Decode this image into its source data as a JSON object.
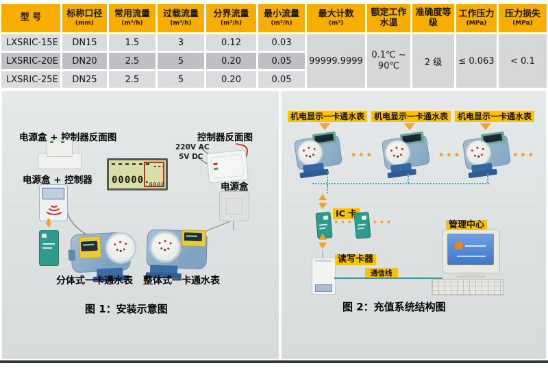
{
  "table": {
    "columns": [
      {
        "label": "型  号",
        "unit": ""
      },
      {
        "label": "标称口径",
        "unit": "(mm)"
      },
      {
        "label": "常用流量",
        "unit": "(m³/h)"
      },
      {
        "label": "过载流量",
        "unit": "(m³/h)"
      },
      {
        "label": "分界流量",
        "unit": "(m³/h)"
      },
      {
        "label": "最小流量",
        "unit": "(m³/h)"
      },
      {
        "label": "最大计数",
        "unit": "(m³)"
      },
      {
        "label": "额定工作水温",
        "unit": ""
      },
      {
        "label": "准确度等级",
        "unit": ""
      },
      {
        "label": "工作压力",
        "unit": "(MPa)"
      },
      {
        "label": "压力损失",
        "unit": "(MPa)"
      }
    ],
    "rows": [
      [
        "LXSRIC-15E",
        "DN15",
        "1.5",
        "3",
        "0.12",
        "0.03"
      ],
      [
        "LXSRIC-20E",
        "DN20",
        "2.5",
        "5",
        "0.20",
        "0.05"
      ],
      [
        "LXSRIC-25E",
        "DN25",
        "2.5",
        "5",
        "0.20",
        "0.05"
      ]
    ],
    "merged": {
      "max_count": "99999.9999",
      "temp_line1": "0.1℃ ~",
      "temp_line2": "90℃",
      "accuracy": "2 级",
      "working_pressure": "≤ 0.063",
      "pressure_loss": "< 0.1"
    }
  },
  "figure1": {
    "caption": "图 1：安装示意图",
    "labels": {
      "power_controller_back": "电源盒 + 控制器反面图",
      "power_controller": "电源盒 + 控制器",
      "controller_back": "控制器反面图",
      "ac": "220V AC",
      "dc": "5V DC",
      "power_box": "电源盒",
      "split_meter": "分体式一卡通水表",
      "integral_meter": "整体式一卡通水表"
    },
    "lcd": {
      "main": "00000.",
      "frac": "0000"
    }
  },
  "figure2": {
    "caption": "图 2：充值系统结构图",
    "meter_label": "机电显示一卡通水表",
    "ic_card_label": "IC 卡",
    "reader_label": "读写卡器",
    "comm_line_label": "通信线",
    "center_label": "管理中心",
    "dots": "•••"
  },
  "colors": {
    "header_bg": "#F7AE00",
    "label_bg": "#FCC200",
    "row_light": "#DADCDD",
    "row_dark": "#BEC0C4",
    "panel_bg": "#DCE0E0",
    "teal_line": "#3BA8A2",
    "orange_accent": "#F2A41E",
    "meter_blue": "#84A7C4",
    "card_teal": "#2E9B8D"
  }
}
